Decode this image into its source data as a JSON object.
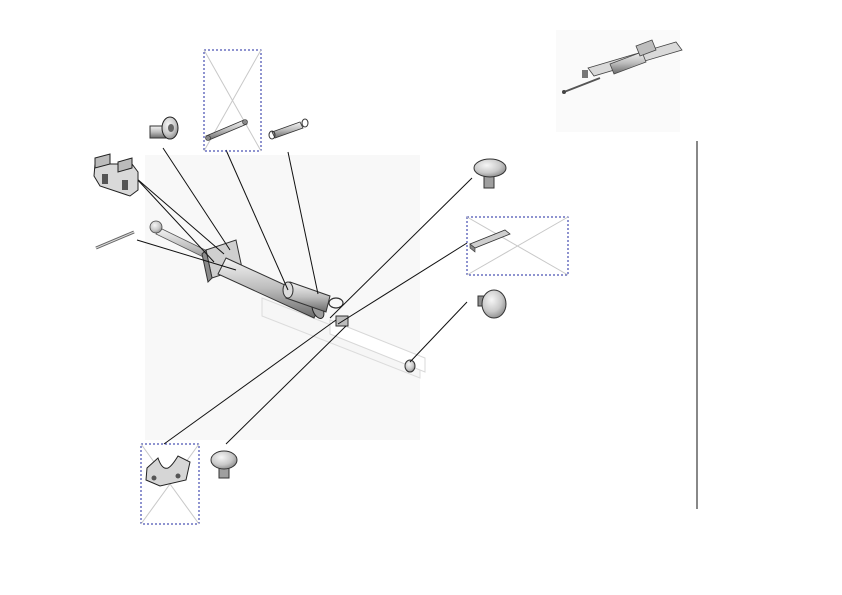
{
  "diagram": {
    "kind": "exploded-parts-view",
    "palette": {
      "line": "#111111",
      "metal_light": "#e8e8e8",
      "metal_mid": "#b9b9b9",
      "metal_dark": "#6f6f6f",
      "frame_dashed": "#1f2aa0",
      "ghost": "#eeeeee"
    },
    "parts": [
      "mounting-bracket",
      "retaining-pin",
      "flanged-bushing",
      "spring-assembly",
      "tension-spring",
      "mushroom-knob-top",
      "slide-rail-clip",
      "mushroom-knob-middle",
      "fork-bracket",
      "mushroom-knob-bottom",
      "linear-actuator-assembly",
      "overview-thumbnail"
    ],
    "placeholder_frames": [
      "spring-assembly-frame",
      "slide-rail-clip-frame",
      "fork-bracket-frame"
    ]
  }
}
